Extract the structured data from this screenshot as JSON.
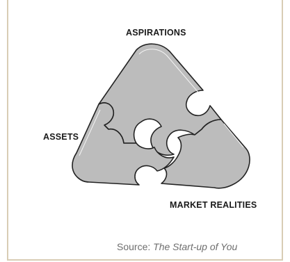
{
  "diagram": {
    "labels": {
      "top": "ASPIRATIONS",
      "left": "ASSETS",
      "bottom_right": "MARKET REALITIES"
    },
    "piece_color": "#bcbcbc",
    "outline_color": "#222222"
  },
  "caption": {
    "prefix": "Source: ",
    "title": "The Start-up of You"
  }
}
